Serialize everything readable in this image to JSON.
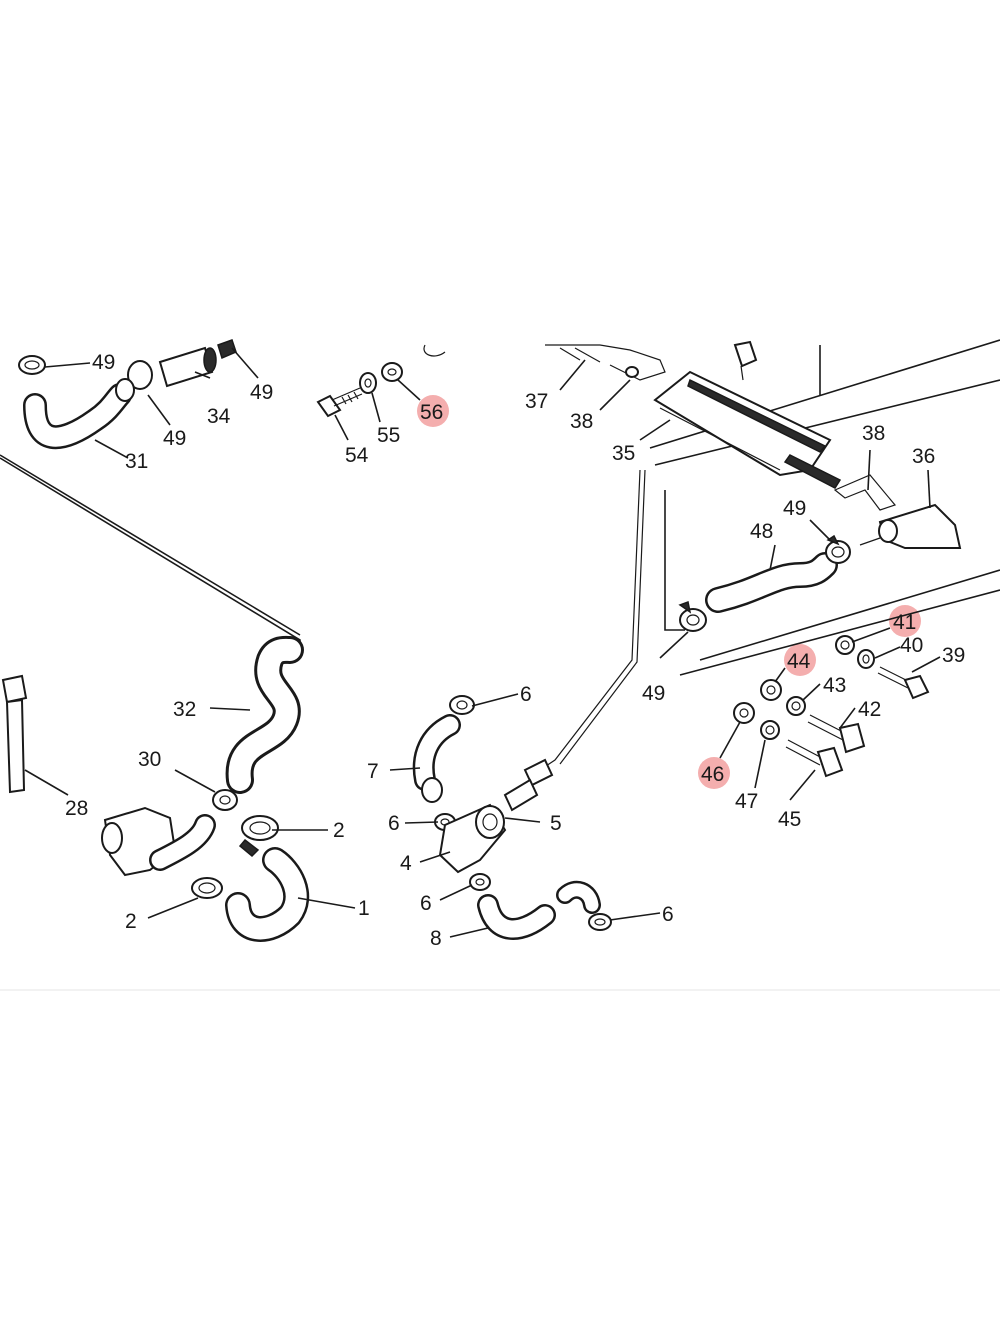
{
  "diagram": {
    "labels": [
      "49",
      "34",
      "49",
      "49",
      "31",
      "54",
      "55",
      "56",
      "37",
      "38",
      "35",
      "38",
      "36",
      "49",
      "48",
      "41",
      "40",
      "39",
      "44",
      "43",
      "42",
      "49",
      "46",
      "47",
      "45",
      "32",
      "30",
      "28",
      "2",
      "2",
      "1",
      "6",
      "7",
      "6",
      "5",
      "4",
      "6",
      "8",
      "6"
    ],
    "highlighted": [
      "56",
      "41",
      "44",
      "46"
    ],
    "highlight_color": "#f2a0a0",
    "line_color": "#1a1a1a"
  }
}
